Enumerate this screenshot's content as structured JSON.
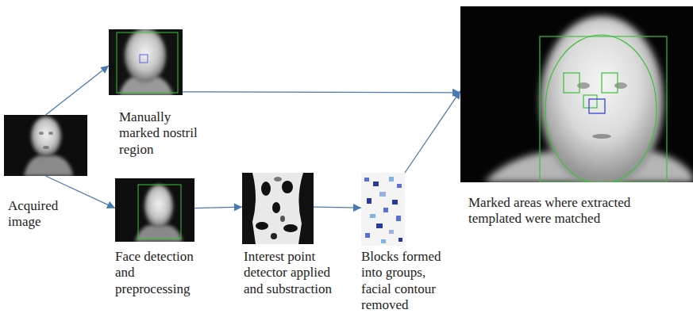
{
  "diagram": {
    "nodes": [
      {
        "text": [
          "Acquired image"
        ]
      },
      {
        "text": [
          "Manually marked nostril region"
        ]
      },
      {
        "text": [
          "Face detection and preprocessing"
        ]
      },
      {
        "text": [
          "Interest point detector applied and substraction"
        ]
      },
      {
        "text": [
          "Blocks formed into groups, facial contour removed"
        ]
      },
      {
        "text": [
          "Marked areas where extracted templated were matched"
        ]
      }
    ],
    "edges": [
      {
        "from": 0,
        "to": 1,
        "arrow": "to"
      },
      {
        "from": 0,
        "to": 2,
        "arrow": "to"
      },
      {
        "from": 2,
        "to": 3,
        "arrow": "to"
      },
      {
        "from": 3,
        "to": 4,
        "arrow": "to"
      },
      {
        "from": 4,
        "to": 5,
        "arrow": "to"
      },
      {
        "from": 1,
        "to": 5,
        "arrow": "to"
      }
    ]
  }
}
